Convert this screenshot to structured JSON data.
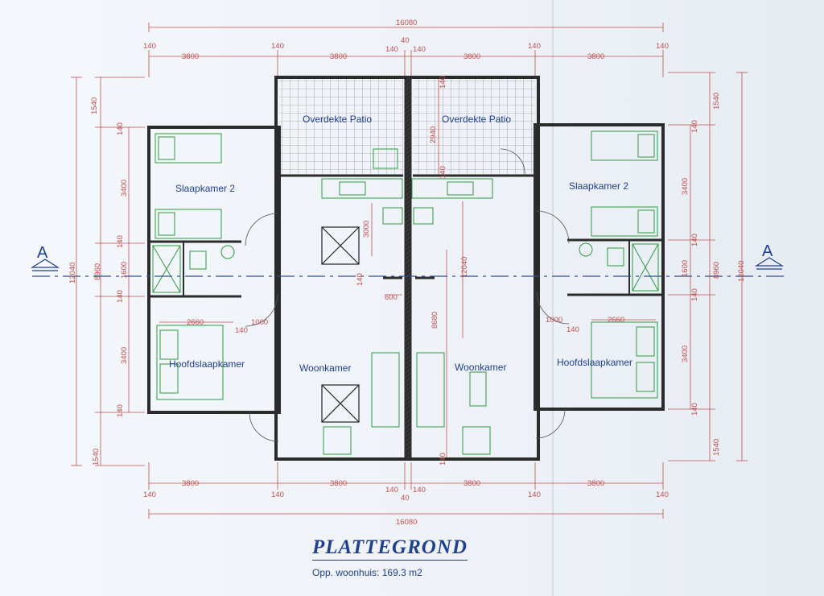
{
  "drawing": {
    "title": "PLATTEGROND",
    "subtitle": "Opp. woonhuis: 169.3 m2",
    "section_marker": "A"
  },
  "rooms": {
    "patio_left": "Overdekte Patio",
    "patio_right": "Overdekte Patio",
    "bed2_left": "Slaapkamer 2",
    "bed2_right": "Slaapkamer 2",
    "master_left": "Hoofdslaapkamer",
    "master_right": "Hoofdslaapkamer",
    "living_left": "Woonkamer",
    "living_right": "Woonkamer"
  },
  "dimensions": {
    "total_width": "16080",
    "bay": "3800",
    "wall": "140",
    "party_wall": "40",
    "bay_side_1540": "1540",
    "bedroom_3400": "3400",
    "bath_1600": "1600",
    "wing_8960": "8960",
    "wing_12040": "12040",
    "patio_depth": "2940",
    "kitchen_3000": "3000",
    "living_8680": "8680",
    "hall_600": "600",
    "bed_2660": "2660",
    "door_1000": "1000"
  },
  "colors": {
    "wall": "#2b2b2b",
    "dimension": "#c0504d",
    "furniture": "#2f9a3f",
    "label": "#1f3f8f",
    "section_line": "#2f4f8f",
    "grid": "#777777"
  }
}
